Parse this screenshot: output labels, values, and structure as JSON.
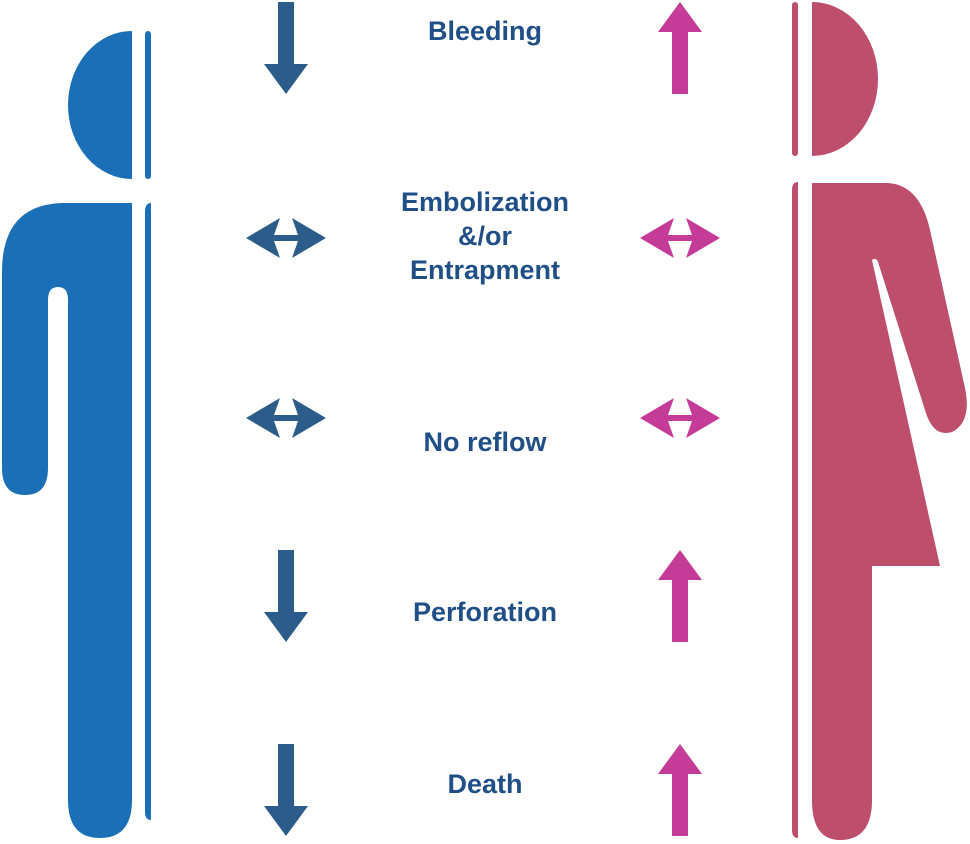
{
  "colors": {
    "male": "#1b6fb6",
    "female": "#bd4e6c",
    "male_arrow": "#2c5c8a",
    "female_arrow": "#c43c97",
    "label_text": "#1f4f86"
  },
  "figures": {
    "left": {
      "icon": "male-figure-icon"
    },
    "right": {
      "icon": "female-figure-icon"
    }
  },
  "rows": [
    {
      "label_lines": [
        "Bleeding"
      ],
      "male_arrow": "down",
      "female_arrow": "up"
    },
    {
      "label_lines": [
        "Embolization",
        "&/or",
        "Entrapment"
      ],
      "male_arrow": "left-right",
      "female_arrow": "left-right"
    },
    {
      "label_lines": [
        "No reflow"
      ],
      "male_arrow": "left-right",
      "female_arrow": "left-right"
    },
    {
      "label_lines": [
        "Perforation"
      ],
      "male_arrow": "down",
      "female_arrow": "up"
    },
    {
      "label_lines": [
        "Death"
      ],
      "male_arrow": "down",
      "female_arrow": "up"
    }
  ]
}
